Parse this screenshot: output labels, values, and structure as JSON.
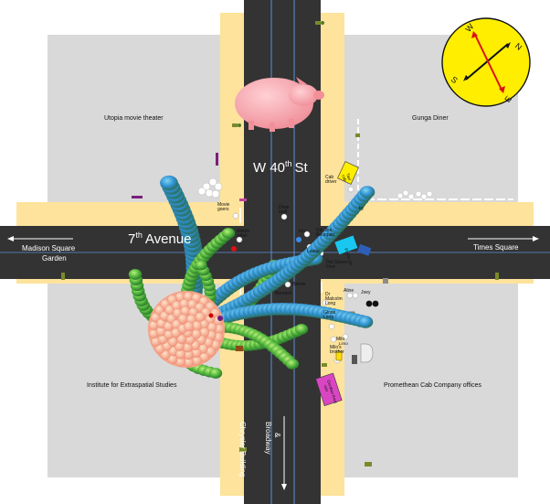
{
  "streets": {
    "avenue_main": "7",
    "avenue_sup": "th",
    "avenue_word": "Avenue",
    "cross_main": "W 40",
    "cross_sup": "th",
    "cross_word": "St",
    "west_dest_line1": "Madison Square",
    "west_dest_line2": "Garden",
    "east_dest": "Times Square",
    "south_dest_line1": "Broadway",
    "south_dest_line2": "&",
    "south_dest_line3": "Chrysler Building"
  },
  "blocks": {
    "nw": "Utopia movie theater",
    "ne": "Gunga Diner",
    "sw": "Institute for Extraspatial Studies",
    "se": "Promethean Cab Company offices"
  },
  "compass": {
    "n": "N",
    "e": "E",
    "s": "S",
    "w": "W"
  },
  "people": {
    "cab_driver_1": "Cab",
    "cab_driver_2": "driver",
    "movie_goers_1": "Movie",
    "movie_goers_2": "goers",
    "diner_staff_1": "Diner",
    "diner_staff_2": "staff",
    "standby": "by",
    "watch_seller_1": "Watch",
    "watch_seller_2": "seller",
    "ion": "Ion",
    "det_joe_1": "Det Joe",
    "det_joe_2": "Bourquin",
    "laurie": "Laurie",
    "det_steven_1": "Det Steven",
    "det_steven_2": "Fine",
    "bernard": "Bernard",
    "bernie": "Bernie",
    "dr_malcolm_1": "Dr",
    "dr_malcolm_2": "Malcolm",
    "dr_malcolm_3": "Long",
    "aline": "Aline",
    "joey": "Joey",
    "gloria_1": "Gloria",
    "gloria_2": "Long",
    "milo": "Milo",
    "milos_brother_1": "Milo's",
    "milos_brother_2": "brother"
  },
  "vehicles": {
    "taxi_cab_1": "Taxi",
    "taxi_cab_2": "cab",
    "police_car": "Police car",
    "lime_car": "Limo",
    "gordian_knot_1": "Gordian Knot",
    "gordian_knot_2": "van"
  },
  "colors": {
    "road": "#333333",
    "sidewalk": "#fde39b",
    "block": "#d9d9d9",
    "compass_fill": "#ffee00",
    "creature": "#f8b4a3",
    "pig": "#f6a4a8",
    "tentacle_blue": "#2e75b6",
    "tentacle_green": "#6cc04a"
  }
}
